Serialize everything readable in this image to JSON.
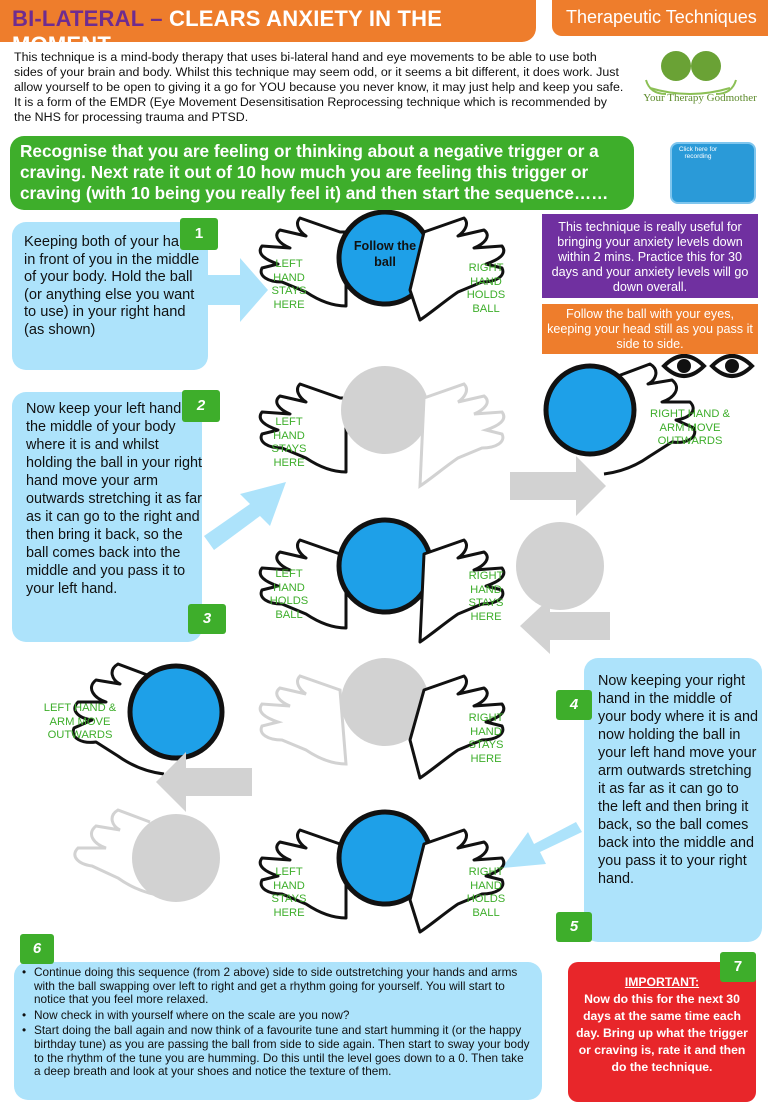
{
  "header": {
    "title_part1": "BI-LATERAL –",
    "title_part2": " CLEARS ANXIETY IN THE MOMENT",
    "tag": "Therapeutic Techniques"
  },
  "intro": "This technique is a mind-body therapy that uses bi-lateral hand and eye movements to be able to use both sides of your brain and body.  Whilst this technique may seem odd, or it seems a bit different, it does work. Just allow yourself to be open to giving it a go for YOU because you never know, it may just help and keep you safe.  It is a form of the EMDR (Eye Movement Desensitisation Reprocessing technique which is recommended by the NHS for processing trauma and PTSD.",
  "logo": {
    "text": "Your Therapy Godmother"
  },
  "banner": "Recognise that you are feeling or thinking about a negative trigger or a craving.  Next rate it out of 10 how much you are feeling this trigger or craving (with 10 being you really feel it) and then start the sequence……",
  "recording": {
    "label": "Click here for recording",
    "icon": "microphone-icon"
  },
  "steps": {
    "n1": "1",
    "n2": "2",
    "n3": "3",
    "n4": "4",
    "n5": "5",
    "n6": "6",
    "n7": "7",
    "step1": "Keeping both of your hands in front of you in the middle of your body.  Hold the ball (or anything else you want to use) in your right hand (as shown)",
    "step2": "Now keep your left hand in the middle of your body where it is and whilst holding the ball in your right hand move your arm outwards stretching it as far as it can go to the right and then bring it back, so the ball comes back into the middle and you pass it to your left hand.",
    "step4": "Now keeping your right hand in the middle of your body where it is and now holding the ball in your left hand move your arm outwards stretching it as far as it can go to the left and then bring it back, so the ball comes back into the middle and you pass it to your right hand."
  },
  "info": {
    "purple": "This technique is really useful for bringing your anxiety levels down within 2 mins.  Practice this for 30 days and your anxiety levels will go down overall.",
    "orange": "Follow the ball with your eyes, keeping your head still as you pass it side to side."
  },
  "ball": {
    "follow": "Follow the ball"
  },
  "labels": {
    "left_stays": "LEFT HAND STAYS HERE",
    "right_holds": "RIGHT HAND HOLDS BALL",
    "right_moves": "RIGHT HAND & ARM MOVE OUTWARDS",
    "left_holds": "LEFT HAND HOLDS BALL",
    "right_stays": "RIGHT HAND STAYS HERE",
    "left_moves": "LEFT HAND & ARM MOVE OUTWARDS"
  },
  "bottom": {
    "bullet1": "Continue doing this sequence (from 2 above) side to side outstretching your hands and arms with the ball swapping over left to right and get a rhythm going for yourself. You will start to notice that you feel more relaxed.",
    "bullet2": "Now check in with yourself where on the scale are you now?",
    "bullet3": "Start doing the ball again and now think of a favourite tune and start humming it (or the happy birthday tune) as you are passing the ball from side to side again.  Then start to sway your body to the rhythm of the tune you are humming. Do this until the level goes down to a 0. Then take a deep breath and look at your shoes and notice the texture of them."
  },
  "important": {
    "heading": "IMPORTANT:",
    "text": "Now do this for the next 30 days at the same time each day.  Bring up what the trigger or craving is, rate it and then do the technique."
  },
  "colors": {
    "orange": "#ee7d2c",
    "purple": "#7030a0",
    "green": "#3eae2b",
    "light_blue": "#ade3fb",
    "ball_blue": "#1ea0e8",
    "grey": "#d2d2d2",
    "red": "#e8262a"
  }
}
